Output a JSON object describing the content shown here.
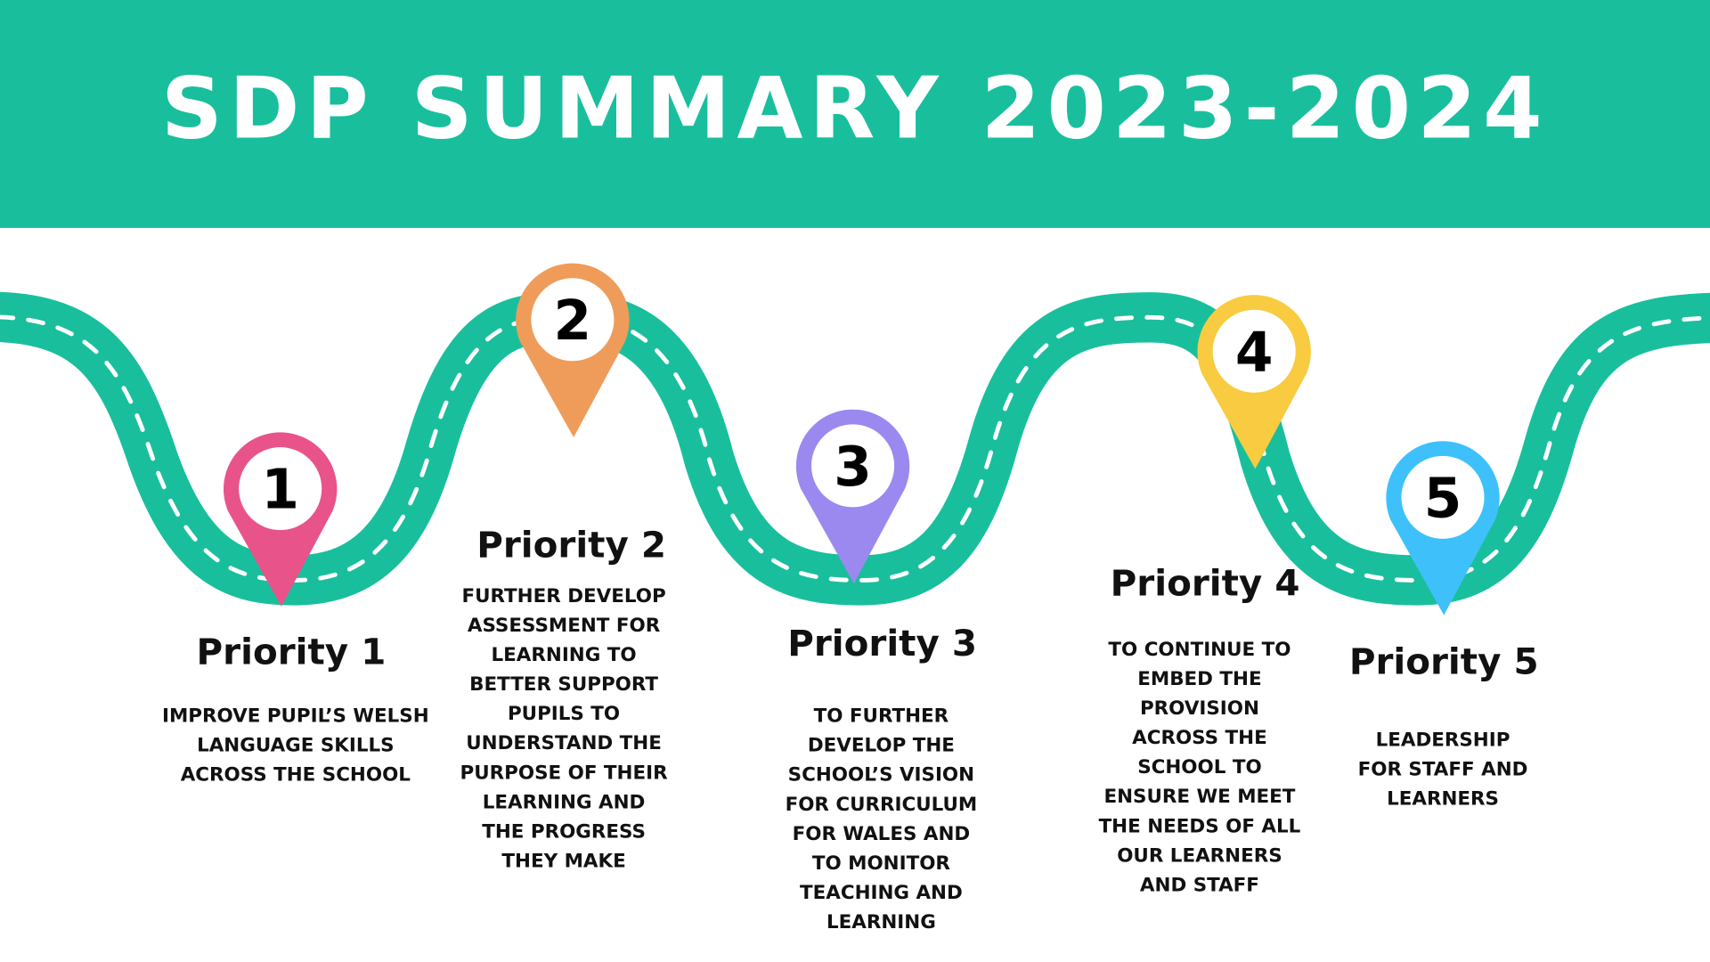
{
  "title": "SDP SUMMARY 2023-2024",
  "colors": {
    "banner": "#19BF9D",
    "road": "#19BF9D"
  },
  "priorities": [
    {
      "number": "1",
      "title": "Priority 1",
      "color": "#E8538A",
      "description": "IMPROVE PUPIL’S WELSH\nLANGUAGE SKILLS\nACROSS THE SCHOOL"
    },
    {
      "number": "2",
      "title": "Priority 2",
      "color": "#EF9C5A",
      "description": "FURTHER DEVELOP\nASSESSMENT FOR\nLEARNING TO\nBETTER SUPPORT\nPUPILS TO\nUNDERSTAND  THE\nPURPOSE OF THEIR\nLEARNING AND\nTHE PROGRESS\nTHEY MAKE"
    },
    {
      "number": "3",
      "title": "Priority 3",
      "color": "#9B89F0",
      "description": "TO FURTHER\nDEVELOP THE\nSCHOOL’S VISION\nFOR CURRICULUM\nFOR WALES AND\nTO MONITOR\nTEACHING AND\nLEARNING"
    },
    {
      "number": "4",
      "title": "Priority 4",
      "color": "#F8CB40",
      "description": "TO CONTINUE TO\nEMBED THE\nPROVISION\nACROSS THE\nSCHOOL TO\nENSURE WE MEET\nTHE NEEDS OF ALL\nOUR LEARNERS\nAND STAFF"
    },
    {
      "number": "5",
      "title": "Priority 5",
      "color": "#3EC1FB",
      "description": "LEADERSHIP\nFOR STAFF AND\nLEARNERS"
    }
  ]
}
